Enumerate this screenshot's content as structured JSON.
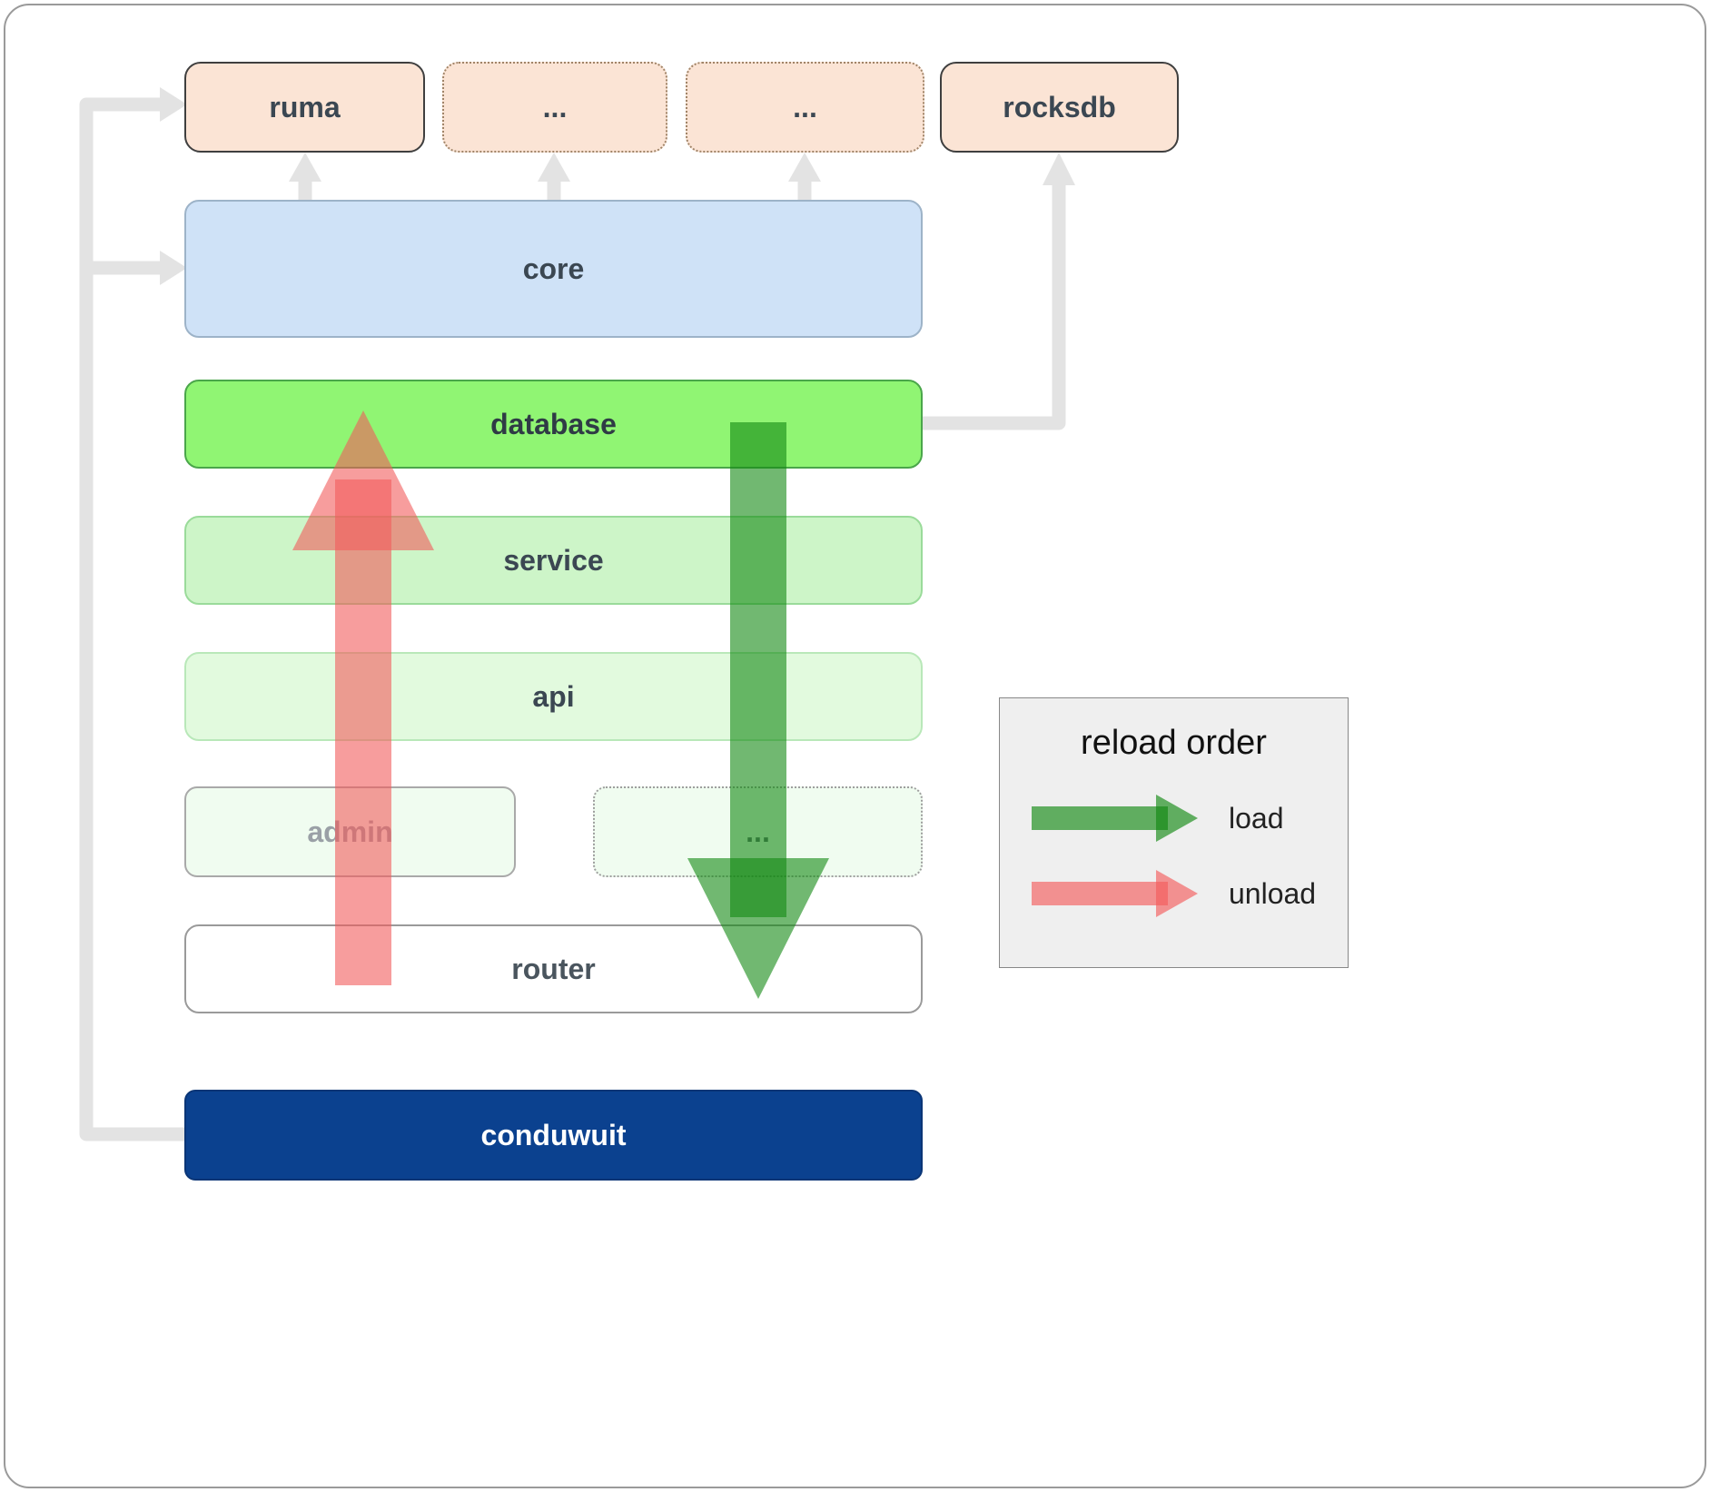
{
  "nodes": {
    "ruma": "ruma",
    "ext1": "...",
    "ext2": "...",
    "rocksdb": "rocksdb",
    "core": "core",
    "database": "database",
    "service": "service",
    "api": "api",
    "admin": "admin",
    "admin_ext": "...",
    "router": "router",
    "conduwuit": "conduwuit"
  },
  "legend": {
    "title": "reload order",
    "load_label": "load",
    "unload_label": "unload"
  },
  "colors": {
    "load_arrow": "#128912",
    "unload_arrow": "#f25c5c",
    "dependency_arrow": "#e3e3e3",
    "conduwuit_bg": "#0b418f",
    "core_bg": "#cfe2f7",
    "database_bg": "#90f573",
    "service_bg": "#cdf5c8",
    "api_bg": "#e2fade",
    "external_bg": "#fbe4d5",
    "legend_bg": "#efefef"
  }
}
